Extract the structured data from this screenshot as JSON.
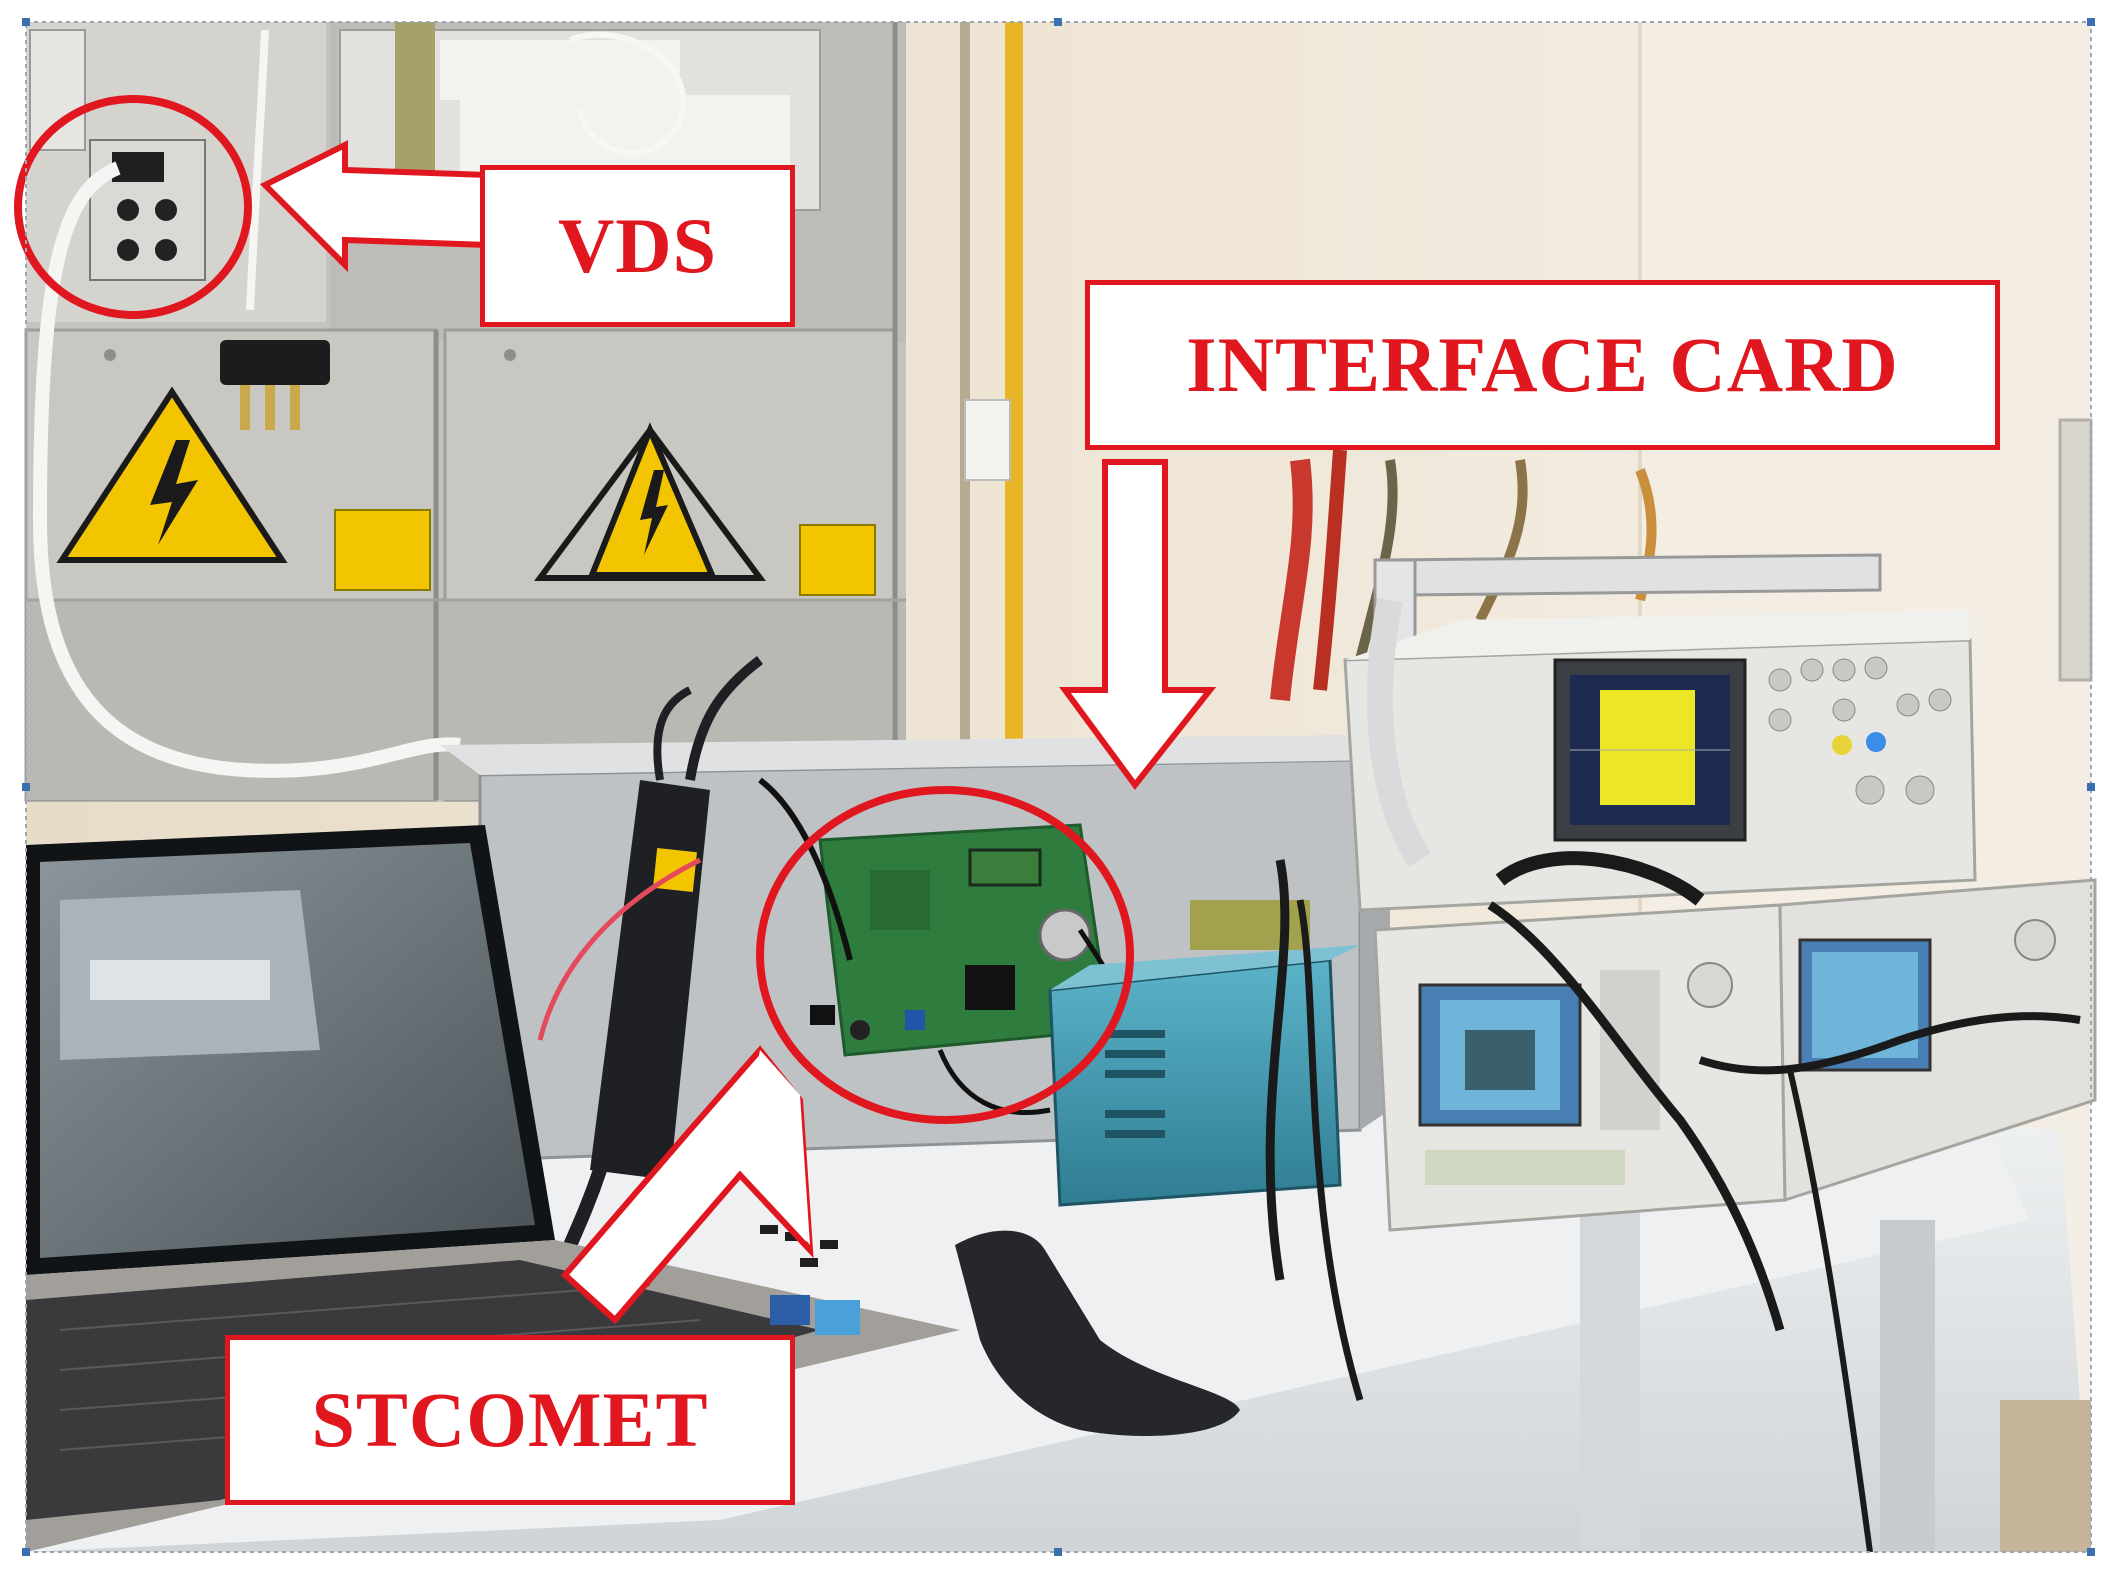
{
  "labels": {
    "vds": "VDS",
    "interface_card": "INTERFACE CARD",
    "stcomet": "STCOMET"
  },
  "colors": {
    "annotation_red": "#e0171f",
    "wall": "#eee4d3",
    "cabinet_gray": "#c9c8c2",
    "table_white": "#e9ecee",
    "warning_yellow": "#f2c500",
    "pcb_green": "#2e7d3f",
    "instrument_teal": "#4aa0b8"
  }
}
